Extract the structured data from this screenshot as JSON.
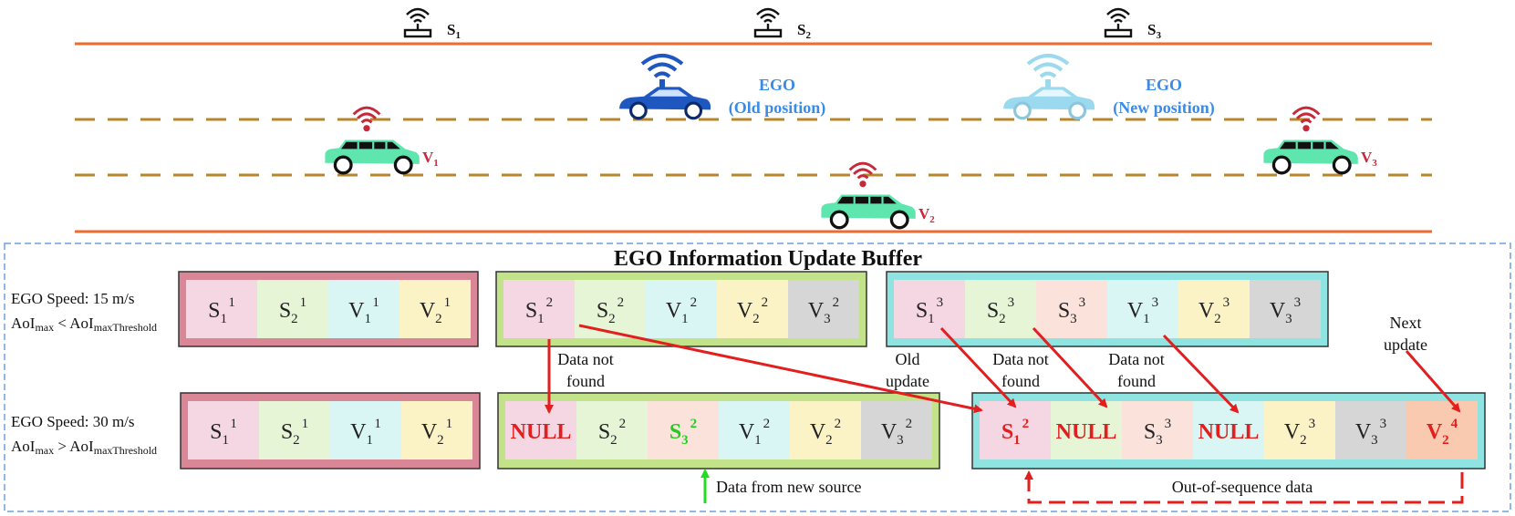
{
  "road": {
    "stations": [
      {
        "base": "S",
        "sub": "1"
      },
      {
        "base": "S",
        "sub": "2"
      },
      {
        "base": "S",
        "sub": "3"
      }
    ],
    "vehicles": [
      {
        "base": "V",
        "sub": "1"
      },
      {
        "base": "V",
        "sub": "2"
      },
      {
        "base": "V",
        "sub": "3"
      }
    ],
    "ego_old": {
      "line1": "EGO",
      "line2": "(Old position)"
    },
    "ego_new": {
      "line1": "EGO",
      "line2": "(New position)"
    }
  },
  "buffer": {
    "title": "EGO Information Update Buffer",
    "row1": {
      "speed": "EGO Speed: 15 m/s",
      "aoi": {
        "a": "AoI",
        "a_sub": "max",
        "op": " < ",
        "b": "AoI",
        "b_sub": "maxThreshold"
      },
      "groups": [
        [
          {
            "base": "S",
            "sub": "1",
            "sup": "1"
          },
          {
            "base": "S",
            "sub": "2",
            "sup": "1"
          },
          {
            "base": "V",
            "sub": "1",
            "sup": "1"
          },
          {
            "base": "V",
            "sub": "2",
            "sup": "1"
          }
        ],
        [
          {
            "base": "S",
            "sub": "1",
            "sup": "2"
          },
          {
            "base": "S",
            "sub": "2",
            "sup": "2"
          },
          {
            "base": "V",
            "sub": "1",
            "sup": "2"
          },
          {
            "base": "V",
            "sub": "2",
            "sup": "2"
          },
          {
            "base": "V",
            "sub": "3",
            "sup": "2"
          }
        ],
        [
          {
            "base": "S",
            "sub": "1",
            "sup": "3"
          },
          {
            "base": "S",
            "sub": "2",
            "sup": "3"
          },
          {
            "base": "S",
            "sub": "3",
            "sup": "3"
          },
          {
            "base": "V",
            "sub": "1",
            "sup": "3"
          },
          {
            "base": "V",
            "sub": "2",
            "sup": "3"
          },
          {
            "base": "V",
            "sub": "3",
            "sup": "3"
          }
        ]
      ]
    },
    "row2": {
      "speed": "EGO Speed: 30 m/s",
      "aoi": {
        "a": "AoI",
        "a_sub": "max",
        "op": " > ",
        "b": "AoI",
        "b_sub": "maxThreshold"
      },
      "groups": [
        [
          {
            "base": "S",
            "sub": "1",
            "sup": "1"
          },
          {
            "base": "S",
            "sub": "2",
            "sup": "1"
          },
          {
            "base": "V",
            "sub": "1",
            "sup": "1"
          },
          {
            "base": "V",
            "sub": "2",
            "sup": "1"
          }
        ],
        [
          {
            "base": "NULL",
            "style": "red"
          },
          {
            "base": "S",
            "sub": "2",
            "sup": "2"
          },
          {
            "base": "S",
            "sub": "3",
            "sup": "2",
            "style": "green"
          },
          {
            "base": "V",
            "sub": "1",
            "sup": "2"
          },
          {
            "base": "V",
            "sub": "2",
            "sup": "2"
          },
          {
            "base": "V",
            "sub": "3",
            "sup": "2"
          }
        ],
        [
          {
            "base": "S",
            "sub": "1",
            "sup": "2",
            "style": "red"
          },
          {
            "base": "NULL",
            "style": "red"
          },
          {
            "base": "S",
            "sub": "3",
            "sup": "3"
          },
          {
            "base": "NULL",
            "style": "red"
          },
          {
            "base": "V",
            "sub": "2",
            "sup": "3"
          },
          {
            "base": "V",
            "sub": "3",
            "sup": "3"
          },
          {
            "base": "V",
            "sub": "2",
            "sup": "4",
            "style": "red"
          }
        ]
      ]
    },
    "annotations": {
      "data_not_found": [
        "Data not",
        "found"
      ],
      "old_update": [
        "Old",
        "update"
      ],
      "next_update": [
        "Next",
        "update"
      ],
      "data_from_new_source": "Data from new source",
      "out_of_sequence": "Out-of-sequence data"
    }
  },
  "colors": {
    "road_edge": "#ef6a2c",
    "lane_dash": "#b8862a",
    "buffer_border": "#6b9fe0",
    "arrow_red": "#e31e1e",
    "arrow_green": "#22dd22",
    "group1": "#d98797",
    "group2": "#c2e38a",
    "group3": "#8fe3e0",
    "ego_old": "#1f57c0",
    "ego_new": "#9bd9ee",
    "vehicle": "#5fe6ae"
  }
}
